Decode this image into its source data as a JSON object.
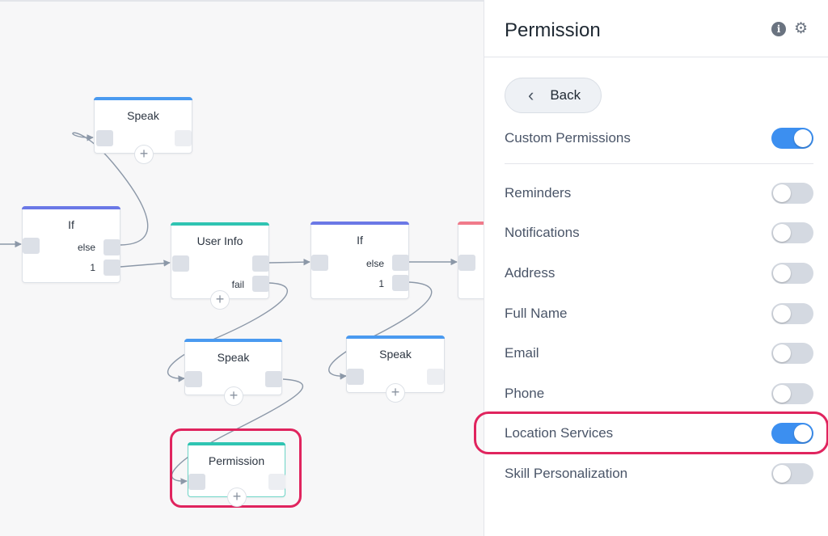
{
  "canvas": {
    "nodes": [
      {
        "title": "Speak",
        "accent": "#4a9af0",
        "ports": []
      },
      {
        "title": "If",
        "accent": "#6b78e6",
        "ports": [
          "else",
          "1"
        ]
      },
      {
        "title": "User Info",
        "accent": "#2fc4b2",
        "ports": [
          "fail"
        ]
      },
      {
        "title": "If",
        "accent": "#6b78e6",
        "ports": [
          "else",
          "1"
        ]
      },
      {
        "title": "Speak",
        "accent": "#4a9af0",
        "ports": []
      },
      {
        "title": "Speak",
        "accent": "#4a9af0",
        "ports": []
      },
      {
        "title": "Permission",
        "accent": "#2fc4b2",
        "ports": []
      }
    ],
    "partial_node_accent": "#f07a8a",
    "highlight_color": "#e0245e"
  },
  "panel": {
    "title": "Permission",
    "back_label": "Back",
    "custom": {
      "label": "Custom Permissions",
      "on": true
    },
    "permissions": [
      {
        "label": "Reminders",
        "on": false
      },
      {
        "label": "Notifications",
        "on": false
      },
      {
        "label": "Address",
        "on": false
      },
      {
        "label": "Full Name",
        "on": false
      },
      {
        "label": "Email",
        "on": false
      },
      {
        "label": "Phone",
        "on": false
      },
      {
        "label": "Location Services",
        "on": true,
        "highlighted": true
      },
      {
        "label": "Skill Personalization",
        "on": false
      }
    ],
    "icons": [
      "info-icon",
      "gear-icon"
    ],
    "toggle_on_color": "#3c8ff0"
  }
}
